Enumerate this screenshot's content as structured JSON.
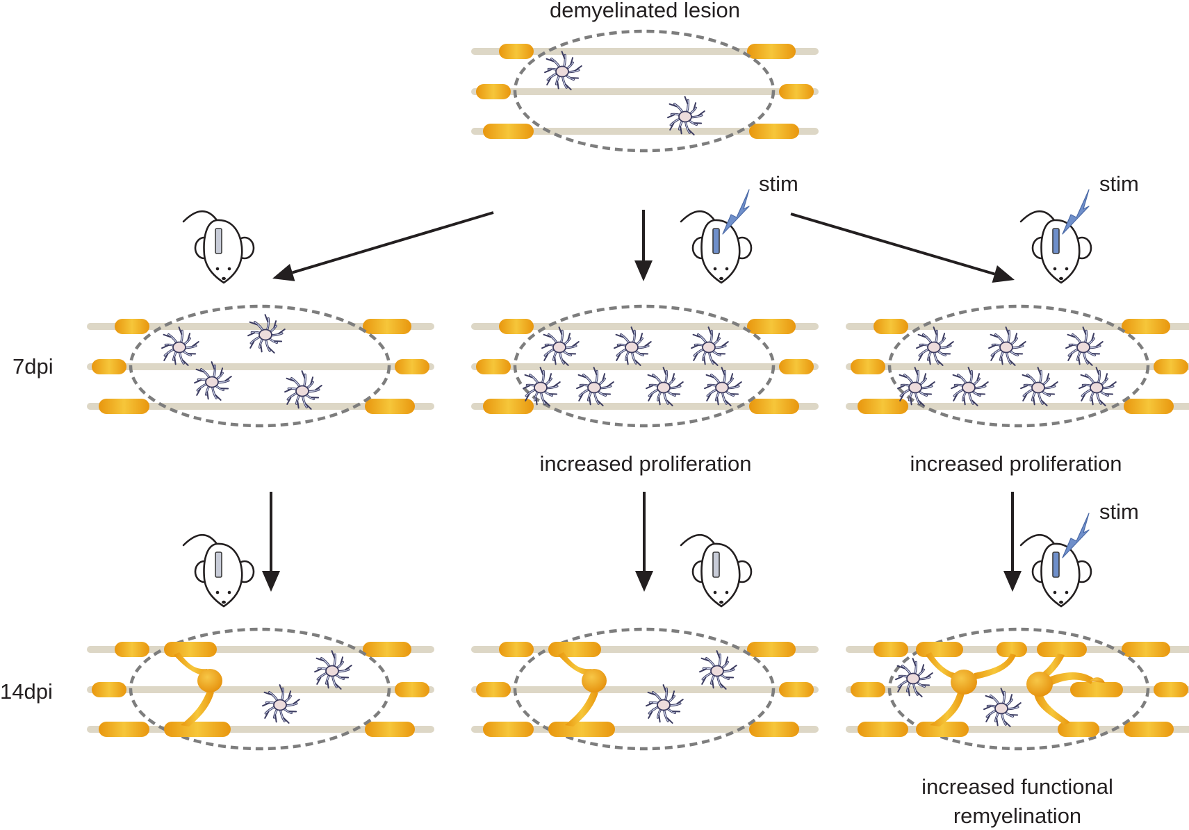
{
  "labels": {
    "title": "demyelinated lesion",
    "stim": "stim",
    "row_7dpi": "7dpi",
    "row_14dpi": "14dpi",
    "prolif": "increased proliferation",
    "remyel_line1": "increased functional",
    "remyel_line2": "remyelination"
  },
  "colors": {
    "axon": "#ddd7c6",
    "myelin": "#f2b120",
    "myelin_dark": "#e89a10",
    "lesion_outline": "#7d7d7d",
    "opc_body": "#eddcdc",
    "opc_outline": "#3b3b60",
    "opc_fill": "#c6cde6",
    "electrode_active": "#6f8fca",
    "electrode_inactive": "#c8ccd8",
    "lightning": "#6f8fca",
    "arrow": "#231f20"
  },
  "icons": [
    "mouse-icon",
    "lightning-icon",
    "arrow-icon",
    "opc-cell-icon",
    "oligodendrocyte-icon"
  ]
}
